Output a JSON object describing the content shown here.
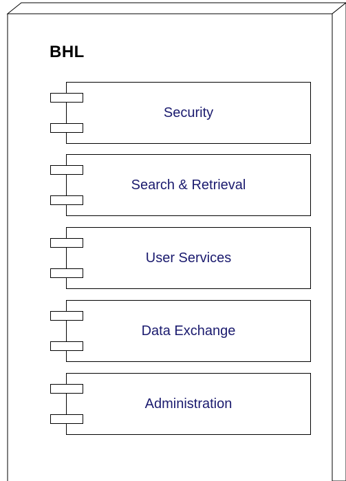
{
  "node": {
    "title": "BHL"
  },
  "components": [
    {
      "label": "Security"
    },
    {
      "label": "Search & Retrieval"
    },
    {
      "label": "User Services"
    },
    {
      "label": "Data Exchange"
    },
    {
      "label": "Administration"
    }
  ],
  "colors": {
    "outline": "#000000",
    "label_text": "#1a1a6e",
    "background": "#ffffff"
  }
}
